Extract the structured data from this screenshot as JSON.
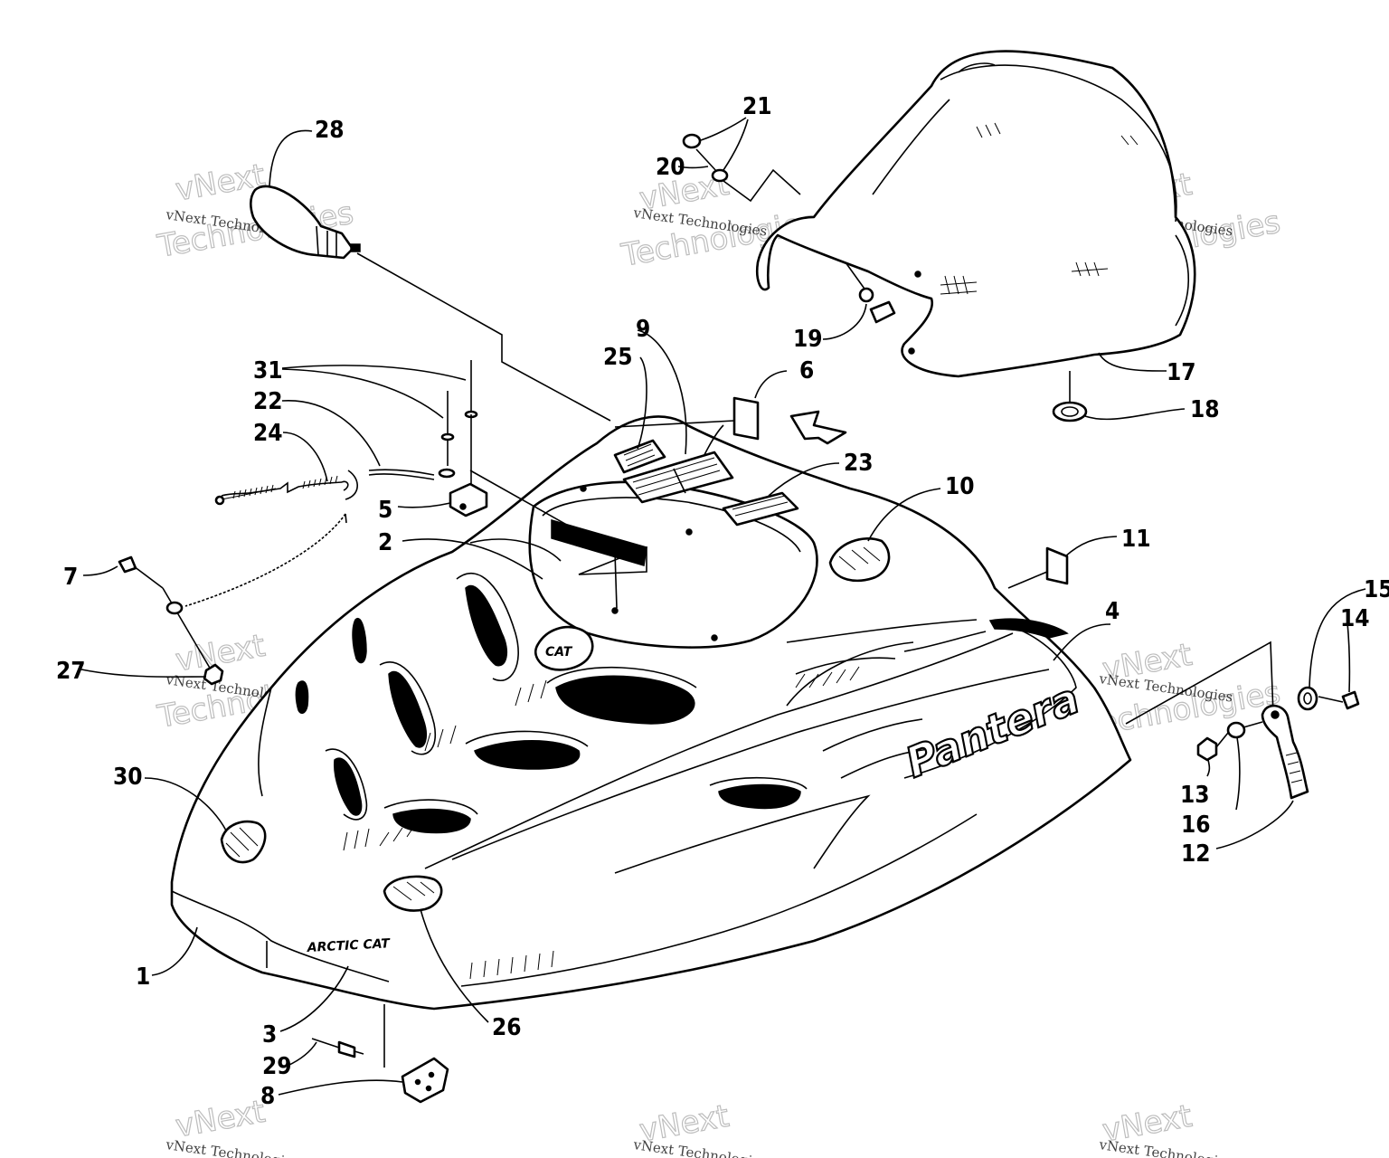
{
  "diagram": {
    "callouts": [
      {
        "id": "1",
        "label": "1"
      },
      {
        "id": "2",
        "label": "2"
      },
      {
        "id": "3",
        "label": "3"
      },
      {
        "id": "4",
        "label": "4"
      },
      {
        "id": "5",
        "label": "5"
      },
      {
        "id": "6",
        "label": "6"
      },
      {
        "id": "7",
        "label": "7"
      },
      {
        "id": "8",
        "label": "8"
      },
      {
        "id": "9",
        "label": "9"
      },
      {
        "id": "10",
        "label": "10"
      },
      {
        "id": "11",
        "label": "11"
      },
      {
        "id": "12",
        "label": "12"
      },
      {
        "id": "13",
        "label": "13"
      },
      {
        "id": "14",
        "label": "14"
      },
      {
        "id": "15",
        "label": "15"
      },
      {
        "id": "16",
        "label": "16"
      },
      {
        "id": "17",
        "label": "17"
      },
      {
        "id": "18",
        "label": "18"
      },
      {
        "id": "19",
        "label": "19"
      },
      {
        "id": "20",
        "label": "20"
      },
      {
        "id": "21",
        "label": "21"
      },
      {
        "id": "22",
        "label": "22"
      },
      {
        "id": "23",
        "label": "23"
      },
      {
        "id": "24",
        "label": "24"
      },
      {
        "id": "25",
        "label": "25"
      },
      {
        "id": "26",
        "label": "26"
      },
      {
        "id": "27",
        "label": "27"
      },
      {
        "id": "28",
        "label": "28"
      },
      {
        "id": "29",
        "label": "29"
      },
      {
        "id": "30",
        "label": "30"
      },
      {
        "id": "31",
        "label": "31"
      }
    ],
    "decals": {
      "model_name": "Pantera",
      "brand_name": "ARCTIC CAT",
      "emblem": "CAT"
    },
    "watermark": {
      "line1": "vNext",
      "line2": "Technologies",
      "small": "vNext Technologies"
    }
  }
}
